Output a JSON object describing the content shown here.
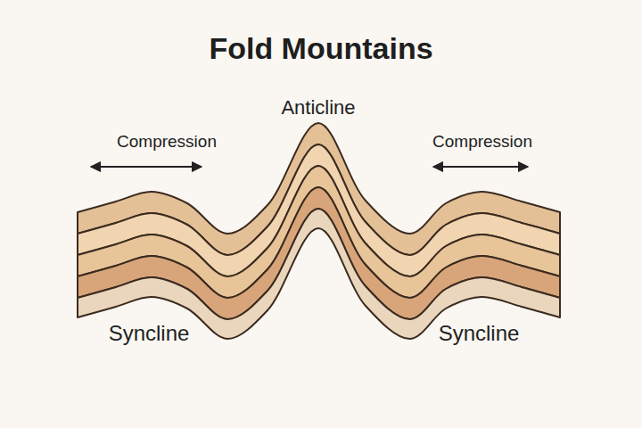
{
  "diagram": {
    "title": "Fold Mountains",
    "labels": [
      "Anticline",
      "Compression",
      "Compression",
      "Syncline",
      "Syncline"
    ]
  }
}
